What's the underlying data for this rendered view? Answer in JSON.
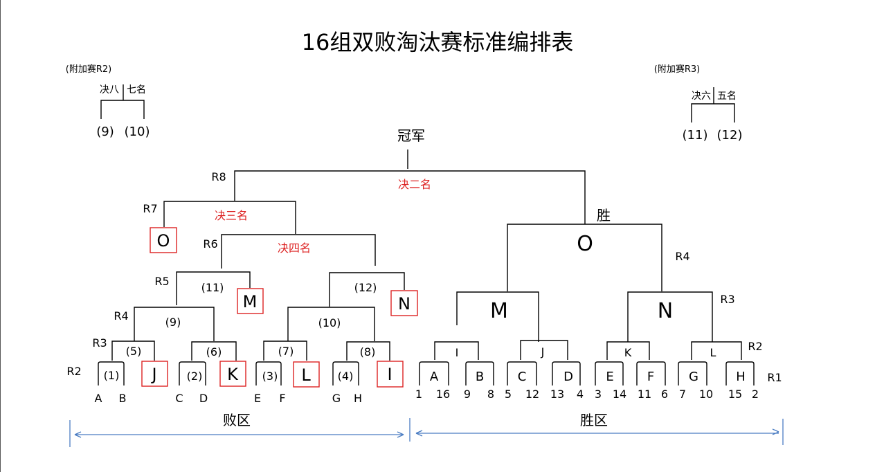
{
  "title": "16组双败淘汰赛标准编排表",
  "extra_r2": {
    "label": "(附加赛R2)",
    "left": "决八",
    "right": "七名",
    "m1": "(9)",
    "m2": "(10)"
  },
  "extra_r3": {
    "label": "(附加赛R3)",
    "left": "决六",
    "right": "五名",
    "m1": "(11)",
    "m2": "(12)"
  },
  "champion": "冠军",
  "final_label": "决二名",
  "third_label": "决三名",
  "fourth_label": "决四名",
  "winner_label": "胜",
  "round_labels": {
    "r1": "R1",
    "r2": "R2",
    "r3": "R3",
    "r4": "R4",
    "r5": "R5",
    "r6": "R6",
    "r7": "R7",
    "r8": "R8"
  },
  "losers": {
    "matches": [
      "(1)",
      "(2)",
      "(3)",
      "(4)",
      "(5)",
      "(6)",
      "(7)",
      "(8)",
      "(9)",
      "(10)",
      "(11)",
      "(12)"
    ],
    "drops": [
      "J",
      "K",
      "L",
      "I",
      "M",
      "N",
      "O"
    ],
    "teams": [
      "A",
      "B",
      "C",
      "D",
      "E",
      "F",
      "G",
      "H"
    ]
  },
  "winners": {
    "top": "O",
    "semis": [
      "M",
      "N"
    ],
    "quarters": [
      "I",
      "J",
      "K",
      "L"
    ],
    "r1_letters": [
      "A",
      "B",
      "C",
      "D",
      "E",
      "F",
      "G",
      "H"
    ],
    "seeds": [
      "1",
      "16",
      "9",
      "8",
      "5",
      "12",
      "13",
      "4",
      "3",
      "14",
      "11",
      "6",
      "7",
      "10",
      "15",
      "2"
    ]
  },
  "zones": {
    "losers": "败区",
    "winners": "胜区"
  },
  "colors": {
    "line": "#000000",
    "highlight": "#dd2222",
    "arrow": "#4a7cc2"
  }
}
